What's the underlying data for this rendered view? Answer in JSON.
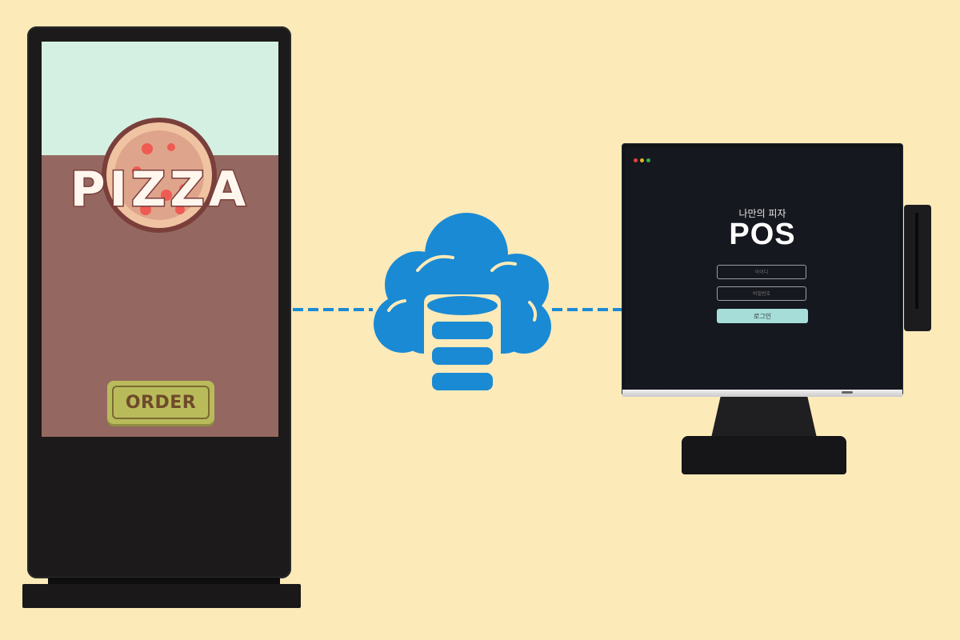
{
  "kiosk": {
    "title": "PIZZA",
    "order_button": "ORDER"
  },
  "pos": {
    "subtitle": "나만의 피자",
    "title": "POS",
    "id_placeholder": "아이디",
    "password_placeholder": "비밀번호",
    "login_button": "로그인",
    "window_dots": [
      "#e0443a",
      "#e8b22a",
      "#2db34a"
    ]
  },
  "colors": {
    "background": "#fdeab9",
    "connector": "#1a8ad4",
    "cloud": "#1a8ad4",
    "database": "#fdeab9"
  },
  "icons": [
    "cloud-icon",
    "database-icon",
    "pizza-icon"
  ]
}
